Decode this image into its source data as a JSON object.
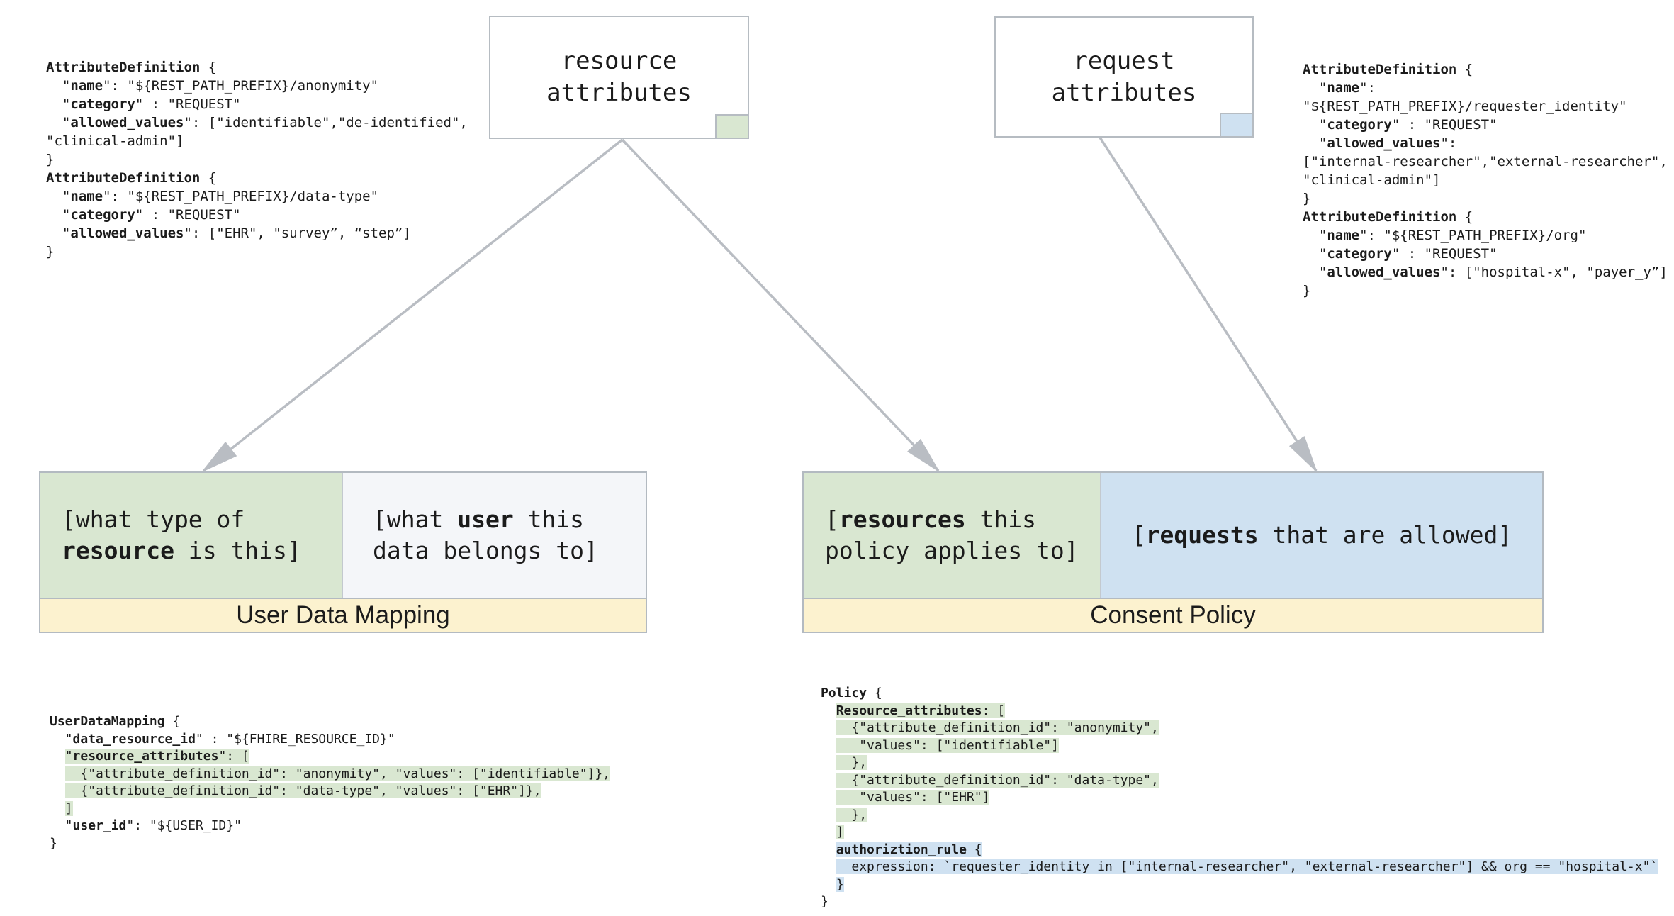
{
  "colors": {
    "green": "#d9e7d1",
    "blue": "#cfe1f1",
    "yellow": "#fcf2cf",
    "gray_cell": "#f4f6f9",
    "border": "#b3bac1",
    "arrow": "#b9bdc3"
  },
  "resource_box": {
    "label": "resource\nattributes"
  },
  "request_box": {
    "label": "request\nattributes"
  },
  "top_left_code": {
    "lines": [
      {
        "text": "**AttributeDefinition** {"
      },
      {
        "text": "  \"**name**\": \"${REST_PATH_PREFIX}/anonymity\""
      },
      {
        "text": "  \"**category**\" : \"REQUEST\""
      },
      {
        "text": "  \"**allowed_values**\": [\"identifiable\",\"de-identified\","
      },
      {
        "text": "\"clinical-admin\"]"
      },
      {
        "text": "}"
      },
      {
        "text": "**AttributeDefinition** {"
      },
      {
        "text": "  \"**name**\": \"${REST_PATH_PREFIX}/data-type\""
      },
      {
        "text": "  \"**category**\" : \"REQUEST\""
      },
      {
        "text": "  \"**allowed_values**\": [\"EHR\", \"survey”, “step”]"
      },
      {
        "text": "}"
      }
    ]
  },
  "top_right_code": {
    "lines": [
      {
        "text": "**AttributeDefinition** {"
      },
      {
        "text": "  \"**name**\":"
      },
      {
        "text": "\"${REST_PATH_PREFIX}/requester_identity\""
      },
      {
        "text": "  \"**category**\" : \"REQUEST\""
      },
      {
        "text": "  \"**allowed_values**\":"
      },
      {
        "text": "[\"internal-researcher\",\"external-researcher\","
      },
      {
        "text": "\"clinical-admin\"]"
      },
      {
        "text": "}"
      },
      {
        "text": "**AttributeDefinition** {"
      },
      {
        "text": "  \"**name**\": \"${REST_PATH_PREFIX}/org\""
      },
      {
        "text": "  \"**category**\" : \"REQUEST\""
      },
      {
        "text": "  \"**allowed_values**\": [\"hospital-x\", \"payer_y”]"
      },
      {
        "text": "}"
      }
    ]
  },
  "user_data_mapping": {
    "resource_cell": "[what type of\n**resource** is this]",
    "user_cell": "[what **user** this\ndata belongs to]",
    "title": "User Data Mapping"
  },
  "consent_policy": {
    "resources_cell": "[**resources** this\npolicy applies to]",
    "requests_cell": "[**requests** that are allowed]",
    "title": "Consent Policy"
  },
  "udm_code": {
    "lines": [
      {
        "text": "**UserDataMapping** {"
      },
      {
        "text": "  \"**data_resource_id**\" : \"${FHIRE_RESOURCE_ID}\""
      },
      {
        "pre": "  ",
        "text": "\"**resource_attributes**\": [",
        "hl": "green"
      },
      {
        "pre": "  ",
        "text": "  {\"attribute_definition_id\": \"anonymity\", \"values\": [\"identifiable\"]},",
        "hl": "green"
      },
      {
        "pre": "  ",
        "text": "  {\"attribute_definition_id\": \"data-type\", \"values\": [\"EHR\"]},",
        "hl": "green"
      },
      {
        "pre": "  ",
        "text": "]",
        "hl": "green"
      },
      {
        "text": "  \"**user_id**\": \"${USER_ID}\""
      },
      {
        "text": "}"
      }
    ]
  },
  "policy_code": {
    "lines": [
      {
        "text": "**Policy** {"
      },
      {
        "pre": "  ",
        "text": "**Resource_attributes**: [",
        "hl": "green"
      },
      {
        "pre": "  ",
        "text": "  {\"attribute_definition_id\": \"anonymity\",",
        "hl": "green"
      },
      {
        "pre": "  ",
        "text": "   \"values\": [\"identifiable\"]",
        "hl": "green"
      },
      {
        "pre": "  ",
        "text": "  },",
        "hl": "green"
      },
      {
        "pre": "  ",
        "text": "  {\"attribute_definition_id\": \"data-type\",",
        "hl": "green"
      },
      {
        "pre": "  ",
        "text": "   \"values\": [\"EHR\"]",
        "hl": "green"
      },
      {
        "pre": "  ",
        "text": "  },",
        "hl": "green"
      },
      {
        "pre": "  ",
        "text": "]",
        "hl": "green"
      },
      {
        "pre": "  ",
        "text": "**authoriztion_rule** {",
        "hl": "blue"
      },
      {
        "pre": "  ",
        "text": "  expression: `requester_identity in [\"internal-researcher\", \"external-researcher\"] && org == \"hospital-x\"`",
        "hl": "blue"
      },
      {
        "pre": "  ",
        "text": "}",
        "hl": "blue"
      },
      {
        "text": "}"
      }
    ]
  }
}
